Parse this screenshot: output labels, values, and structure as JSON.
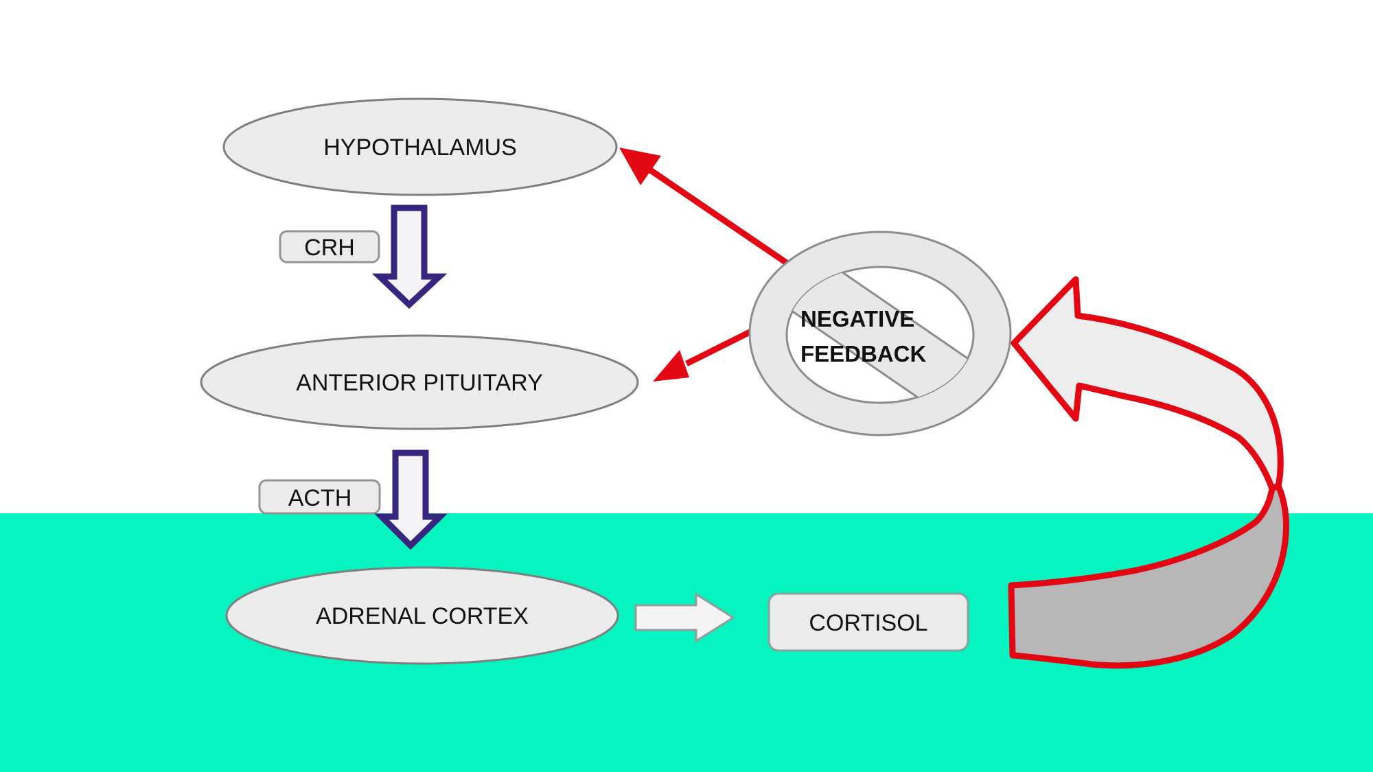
{
  "diagram": {
    "nodes": [
      {
        "id": "hypothalamus",
        "label": "HYPOTHALAMUS"
      },
      {
        "id": "anterior-pituitary",
        "label": "ANTERIOR PITUITARY"
      },
      {
        "id": "adrenal-cortex",
        "label": "ADRENAL CORTEX"
      }
    ],
    "hormones": [
      {
        "id": "crh",
        "label": "CRH"
      },
      {
        "id": "acth",
        "label": "ACTH"
      }
    ],
    "output": {
      "label": "CORTISOL"
    },
    "feedback": {
      "line1": "NEGATIVE",
      "line2": "FEEDBACK"
    },
    "edges": [
      {
        "from": "HYPOTHALAMUS",
        "to": "ANTERIOR PITUITARY",
        "via": "CRH",
        "style": "purple-block-arrow-down"
      },
      {
        "from": "ANTERIOR PITUITARY",
        "to": "ADRENAL CORTEX",
        "via": "ACTH",
        "style": "purple-block-arrow-down"
      },
      {
        "from": "ADRENAL CORTEX",
        "to": "CORTISOL",
        "style": "gray-block-arrow-right"
      },
      {
        "from": "CORTISOL",
        "to": "NEGATIVE FEEDBACK",
        "style": "curved-gray-ribbon-with-red-outline"
      },
      {
        "from": "NEGATIVE FEEDBACK",
        "to": "HYPOTHALAMUS",
        "style": "straight-red-arrow"
      },
      {
        "from": "NEGATIVE FEEDBACK",
        "to": "ANTERIOR PITUITARY",
        "style": "straight-red-arrow"
      }
    ],
    "colors": {
      "background": "#FFFFFF",
      "teal_band": "#06F4BF",
      "node_fill": "#ECECEC",
      "node_stroke": "#7F7F7F",
      "label_box_fill": "#EBEBEB",
      "label_box_stroke": "#949494",
      "red": "#E30613",
      "purple": "#37257E",
      "purple_arrow_fill": "#F4F3F8",
      "ribbon_light": "#EDEDEE",
      "ribbon_dark": "#B7B7B7",
      "prohibition_fill": "#E8E8E8",
      "prohibition_stroke": "#8C8C8C",
      "text": "#111111"
    }
  }
}
